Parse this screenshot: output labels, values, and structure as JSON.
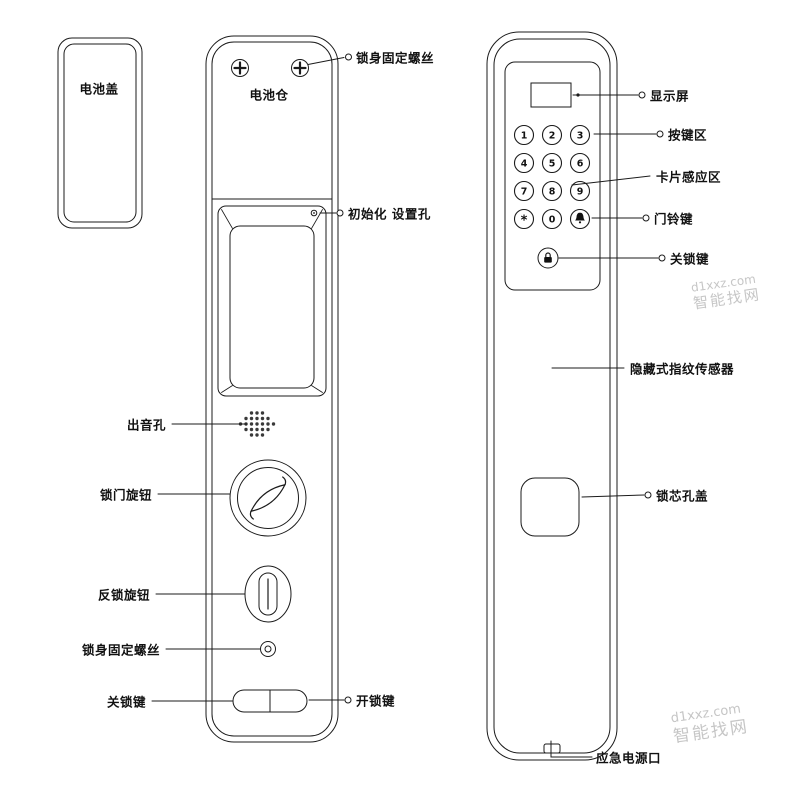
{
  "page": {
    "background": "#ffffff",
    "line_color": "#1b1b1b"
  },
  "labels": {
    "battery_cover": "电池盖",
    "battery_compartment": "电池仓",
    "lock_body_screw_top": "锁身固定螺丝",
    "init_hole": "初始化 设置孔",
    "sound_hole": "出音孔",
    "lock_knob": "锁门旋钮",
    "anti_lock_knob": "反锁旋钮",
    "lock_body_screw_bottom": "锁身固定螺丝",
    "close_lock_key_back": "关锁键",
    "open_lock_key": "开锁键",
    "display_screen": "显示屏",
    "keypad_area": "按键区",
    "card_sensor_area": "卡片感应区",
    "doorbell_key": "门铃键",
    "close_lock_key_front": "关锁键",
    "fingerprint_sensor": "隐藏式指纹传感器",
    "cylinder_cover": "锁芯孔盖",
    "emergency_power_port": "应急电源口"
  },
  "keypad": {
    "keys": [
      "1",
      "2",
      "3",
      "4",
      "5",
      "6",
      "7",
      "8",
      "9",
      "*",
      "0"
    ]
  },
  "watermark": {
    "line1": "d1xxz.com",
    "line2": "智能找网"
  }
}
